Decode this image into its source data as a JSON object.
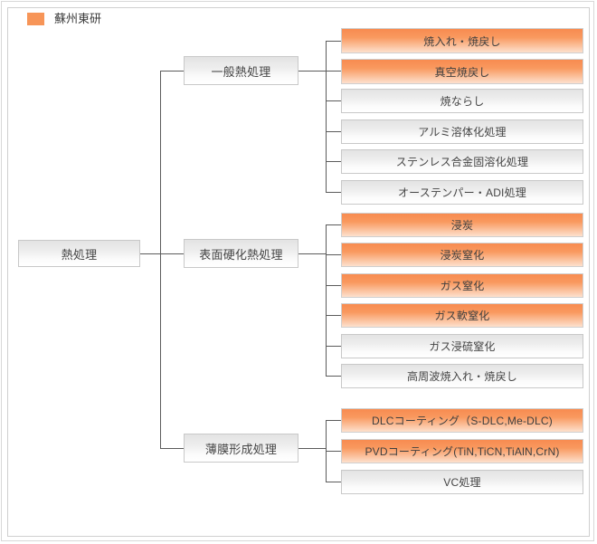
{
  "legend": {
    "swatch_icon": "orange-square-swatch",
    "swatch_color": "#f79558",
    "label": "蘇州東研"
  },
  "colors": {
    "highlight": "#f79558",
    "node_text": "#454545",
    "connector": "#5b5b5b",
    "frame_border": "#cfcfcf"
  },
  "tree": {
    "root": {
      "label": "熱処理"
    },
    "branches": [
      {
        "label": "一般熱処理",
        "leaves": [
          {
            "label": "焼入れ・焼戻し",
            "highlighted": true
          },
          {
            "label": "真空焼戻し",
            "highlighted": true
          },
          {
            "label": "焼ならし",
            "highlighted": false
          },
          {
            "label": "アルミ溶体化処理",
            "highlighted": false
          },
          {
            "label": "ステンレス合金固溶化処理",
            "highlighted": false
          },
          {
            "label": "オーステンパー・ADI処理",
            "highlighted": false
          }
        ]
      },
      {
        "label": "表面硬化熱処理",
        "leaves": [
          {
            "label": "浸炭",
            "highlighted": true
          },
          {
            "label": "浸炭窒化",
            "highlighted": true
          },
          {
            "label": "ガス窒化",
            "highlighted": true
          },
          {
            "label": "ガス軟窒化",
            "highlighted": true
          },
          {
            "label": "ガス浸硫窒化",
            "highlighted": false
          },
          {
            "label": "高周波焼入れ・焼戻し",
            "highlighted": false
          }
        ]
      },
      {
        "label": "薄膜形成処理",
        "leaves": [
          {
            "label": "DLCコーティング（S-DLC,Me-DLC)",
            "highlighted": true
          },
          {
            "label": "PVDコーティング(TiN,TiCN,TiAlN,CrN)",
            "highlighted": true
          },
          {
            "label": "VC処理",
            "highlighted": false
          }
        ]
      }
    ]
  }
}
